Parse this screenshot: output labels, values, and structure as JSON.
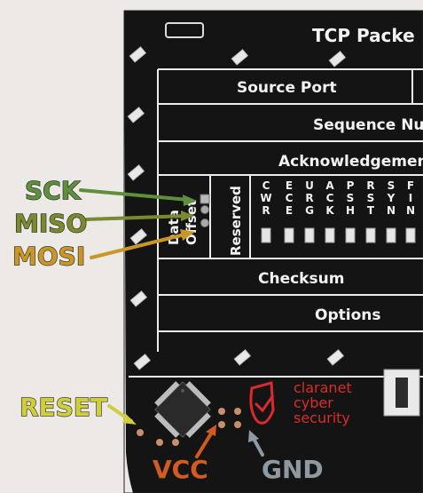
{
  "board": {
    "title": "TCP Packe",
    "rows": {
      "source_port": "Source Port",
      "sequence": "Sequence Nu",
      "acknowledgement": "Acknowledgement",
      "checksum": "Checksum",
      "options": "Options"
    },
    "data_offset_lines": [
      "Data",
      "Offset"
    ],
    "reserved": "Reserved",
    "flags": [
      "CWR",
      "ECE",
      "URG",
      "ACK",
      "PSH",
      "RST",
      "SYN",
      "FIN"
    ],
    "logo": [
      "claranet",
      "cyber",
      "security"
    ]
  },
  "labels": {
    "sck": "SCK",
    "miso": "MISO",
    "mosi": "MOSI",
    "reset": "RESET",
    "vcc": "VCC",
    "gnd": "GND"
  },
  "colors": {
    "pcb": "#141414",
    "silkscreen": "#f2f2f2",
    "sck": "#5f8f3c",
    "miso": "#7a8a2e",
    "mosi": "#c99728",
    "reset": "#cfcf3d",
    "vcc": "#d45a1f",
    "gnd": "#8f9aa0",
    "logo_red": "#d92b2b"
  }
}
